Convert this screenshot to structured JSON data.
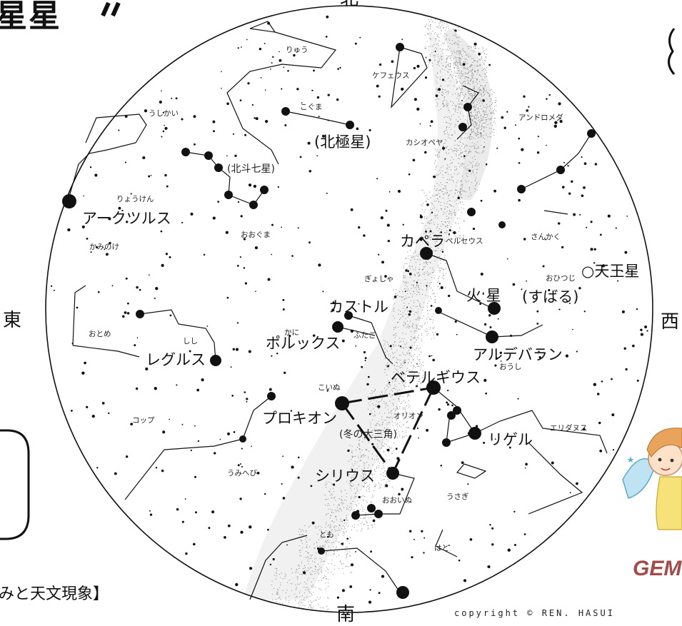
{
  "header": {
    "title_fragment": "星星",
    "subtitle_fragment": "みと天文現象】"
  },
  "directions": {
    "north": "北",
    "south": "南",
    "east": "東",
    "west": "西"
  },
  "stars": {
    "polaris": "(北極星)",
    "big_dipper": "(北斗七星)",
    "arcturus": "アークツルス",
    "capella": "カペラ",
    "castor": "カストル",
    "pollux": "ポルックス",
    "regulus": "レグルス",
    "aldebaran": "アルデバラン",
    "betelgeuse": "ベテルギウス",
    "procyon": "プロキオン",
    "rigel": "リゲル",
    "sirius": "シリウス",
    "winter_triangle": "(冬の大三角)"
  },
  "planets": {
    "mars": "火 星",
    "uranus": "○天王星",
    "pleiades": "(すばる)"
  },
  "constellations": {
    "draco": "りゅう",
    "cepheus": "ケフェウス",
    "ursa_minor": "こぐま",
    "cassiopeia": "カシオペヤ",
    "andromeda": "アンドロメダ",
    "bootes": "うしかい",
    "canes_venatici": "りょうけん",
    "ursa_major": "おおぐま",
    "coma": "かみのけ",
    "perseus": "ペルセウス",
    "triangulum": "さんかく",
    "aries": "おひつじ",
    "auriga": "ぎょしゃ",
    "virgo": "おとめ",
    "leo": "しし",
    "cancer": "かに",
    "gemini": "ふたご",
    "taurus": "おうし",
    "canis_minor": "こいぬ",
    "orion": "オリオン",
    "crater": "コップ",
    "eridanus": "エリダヌス",
    "hydra": "うみへび",
    "canis_major": "おおいぬ",
    "lepus": "うさぎ",
    "puppis": "とも",
    "columba": "はと"
  },
  "footer": {
    "copyright": "copyright © REN. HASUI",
    "logo_text": "GEM"
  },
  "colors": {
    "ink": "#111111",
    "background": "#ffffff",
    "logo_text": "#a34a4a",
    "milky_way": "#999999"
  }
}
